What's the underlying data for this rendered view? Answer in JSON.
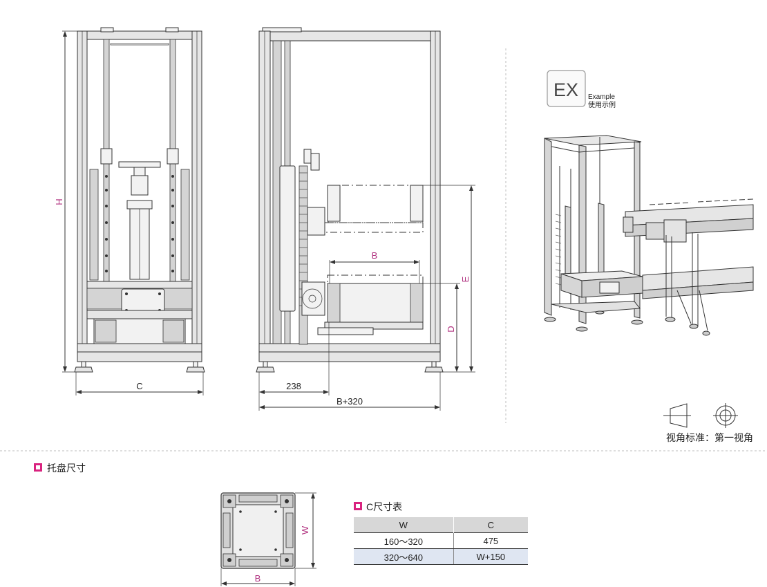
{
  "front_view": {
    "dim_h": "H",
    "dim_c": "C"
  },
  "side_view": {
    "dim_b": "B",
    "dim_e": "E",
    "dim_d": "D",
    "dim_238": "238",
    "dim_b320": "B+320"
  },
  "example_badge": {
    "ex": "EX",
    "label_en": "Example",
    "label_cn": "使用示例"
  },
  "projection_note": "视角标准：第一视角",
  "tray_section": {
    "title": "托盘尺寸",
    "dim_w": "W",
    "dim_b": "B"
  },
  "c_table": {
    "title": "C尺寸表",
    "headers": [
      "W",
      "C"
    ],
    "rows": [
      [
        "160～320",
        "475"
      ],
      [
        "320～640",
        "W+150"
      ]
    ]
  },
  "colors": {
    "accent_magenta": "#d9237f",
    "dimension_label": "#b0307f",
    "table_header": "#d7d7d7",
    "table_alt_row": "#dfe6f2"
  }
}
